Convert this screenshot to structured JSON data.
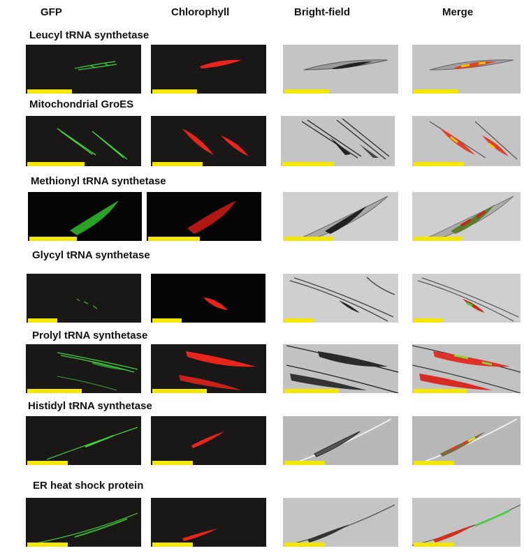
{
  "columns": [
    "GFP",
    "Chlorophyll",
    "Bright-field",
    "Merge"
  ],
  "rows": [
    {
      "label": "Leucyl tRNA synthetase"
    },
    {
      "label": "Mitochondrial GroES"
    },
    {
      "label": "Methionyl tRNA synthetase"
    },
    {
      "label": "Glycyl tRNA synthetase"
    },
    {
      "label": "Prolyl tRNA synthetase"
    },
    {
      "label": "Histidyl tRNA synthetase"
    },
    {
      "label": "ER heat shock protein"
    }
  ],
  "colors": {
    "scale_bar": "#f3e600",
    "gfp": "#3fd23a",
    "chlorophyll": "#e8251c",
    "dark_background": "#1a1717",
    "brightfield_background": "#bdbdbd"
  }
}
